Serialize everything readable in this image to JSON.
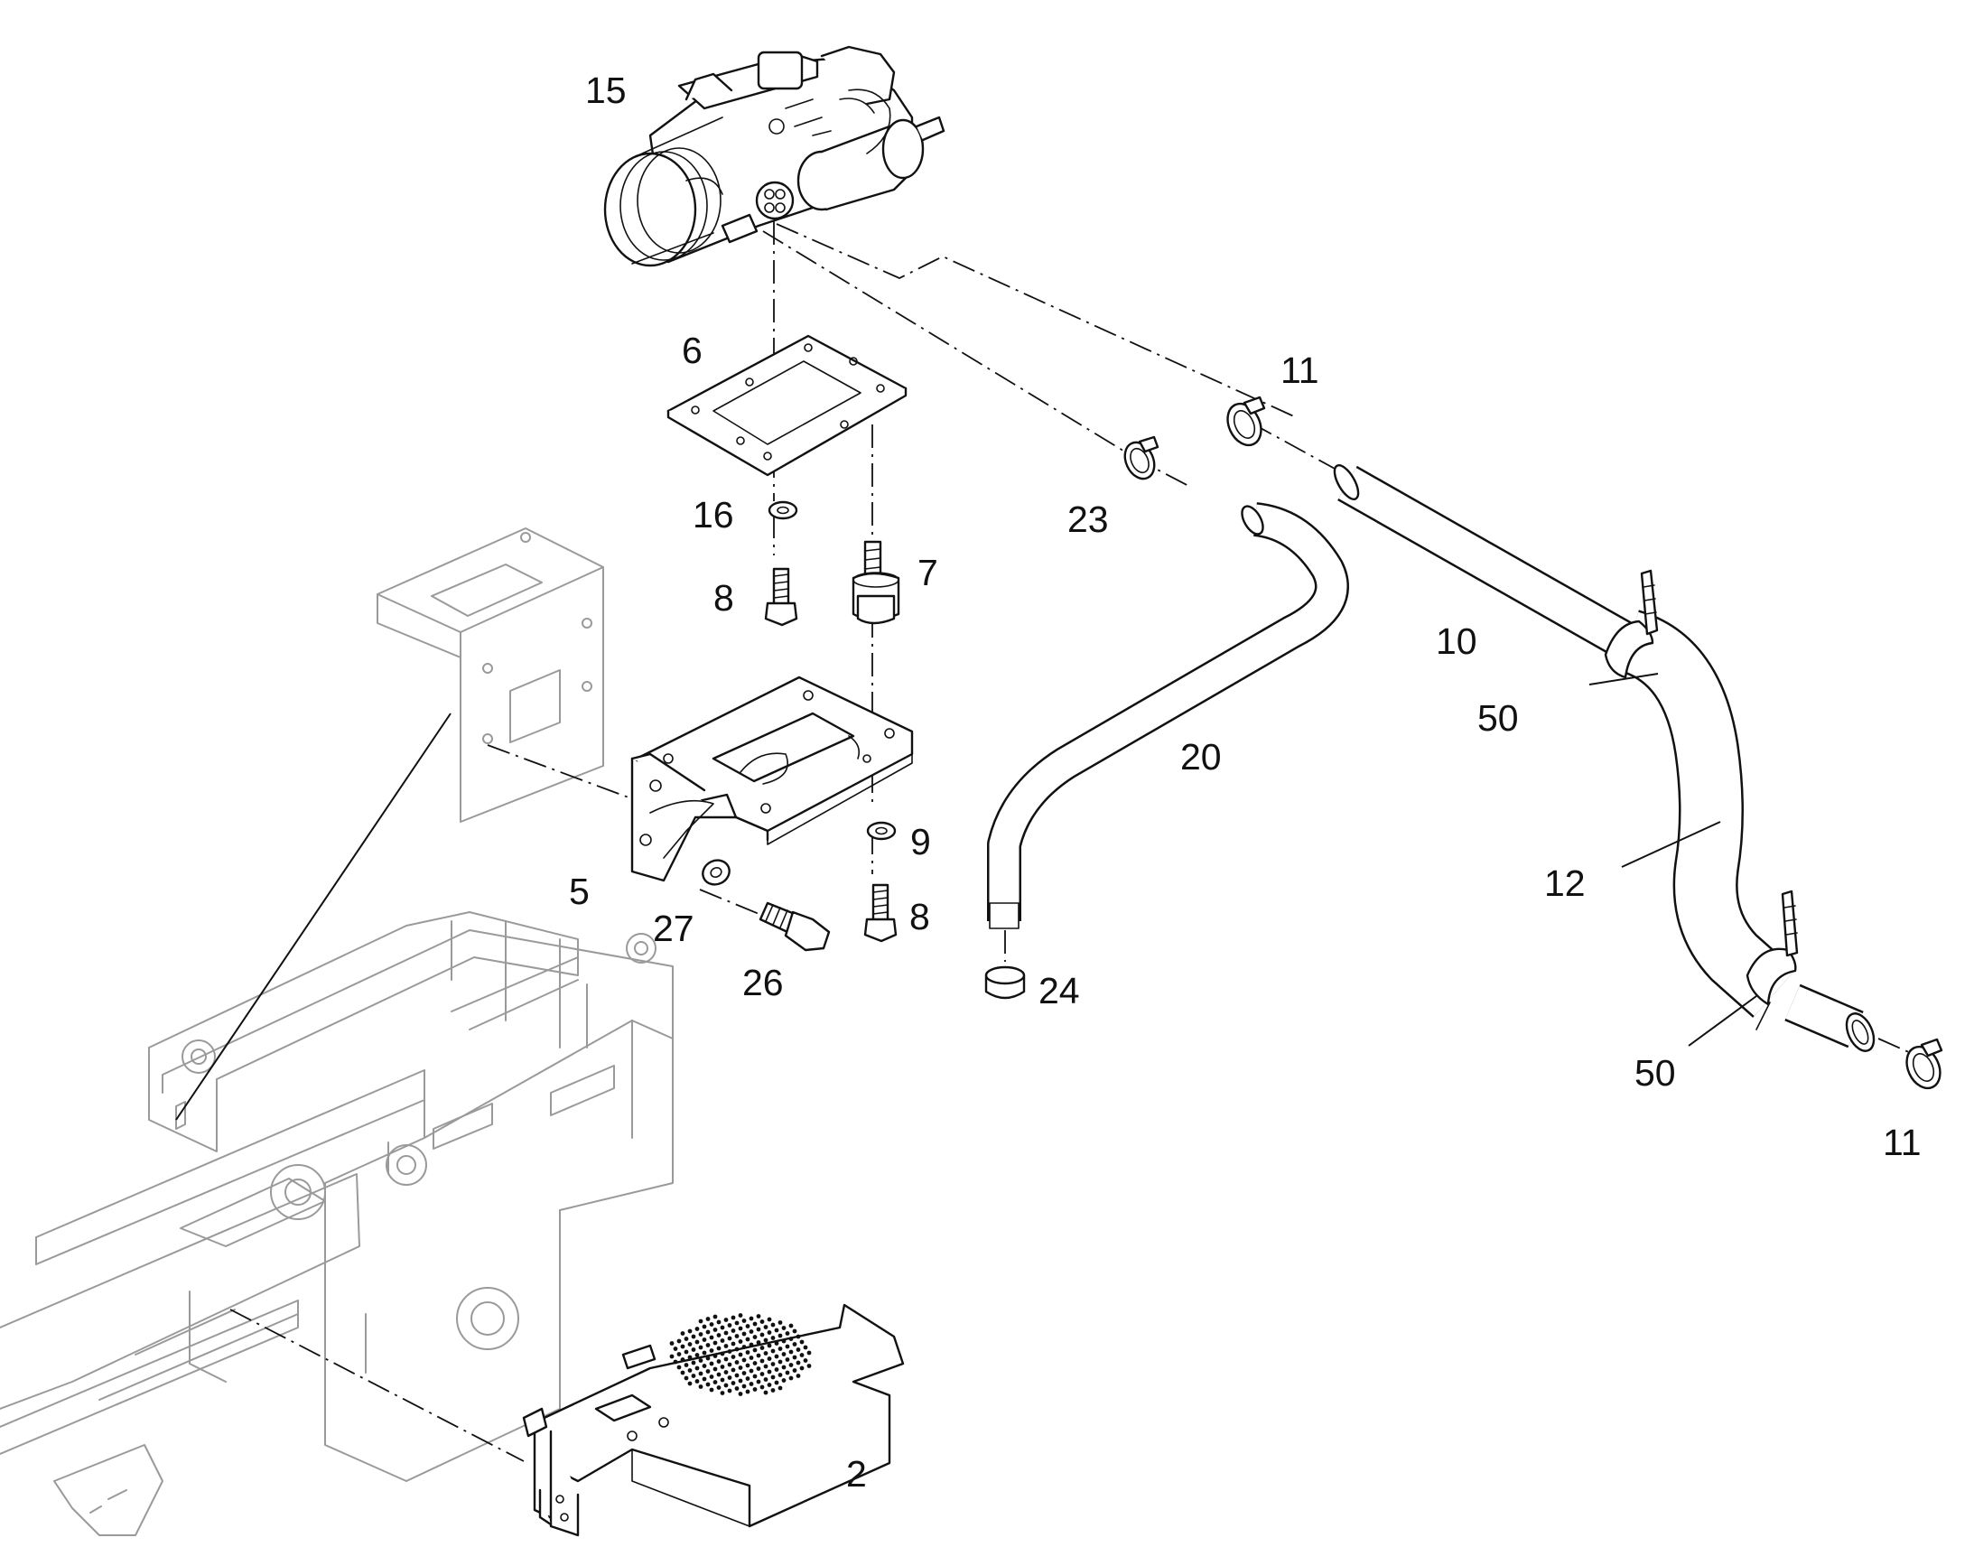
{
  "callouts": [
    {
      "id": "c-15",
      "text": "15"
    },
    {
      "id": "c-6",
      "text": "6"
    },
    {
      "id": "c-11a",
      "text": "11"
    },
    {
      "id": "c-23",
      "text": "23"
    },
    {
      "id": "c-16",
      "text": "16"
    },
    {
      "id": "c-7",
      "text": "7"
    },
    {
      "id": "c-8a",
      "text": "8"
    },
    {
      "id": "c-10",
      "text": "10"
    },
    {
      "id": "c-50a",
      "text": "50"
    },
    {
      "id": "c-20",
      "text": "20"
    },
    {
      "id": "c-9",
      "text": "9"
    },
    {
      "id": "c-5",
      "text": "5"
    },
    {
      "id": "c-27",
      "text": "27"
    },
    {
      "id": "c-8b",
      "text": "8"
    },
    {
      "id": "c-26",
      "text": "26"
    },
    {
      "id": "c-24",
      "text": "24"
    },
    {
      "id": "c-12",
      "text": "12"
    },
    {
      "id": "c-50b",
      "text": "50"
    },
    {
      "id": "c-11b",
      "text": "11"
    },
    {
      "id": "c-2",
      "text": "2"
    }
  ]
}
